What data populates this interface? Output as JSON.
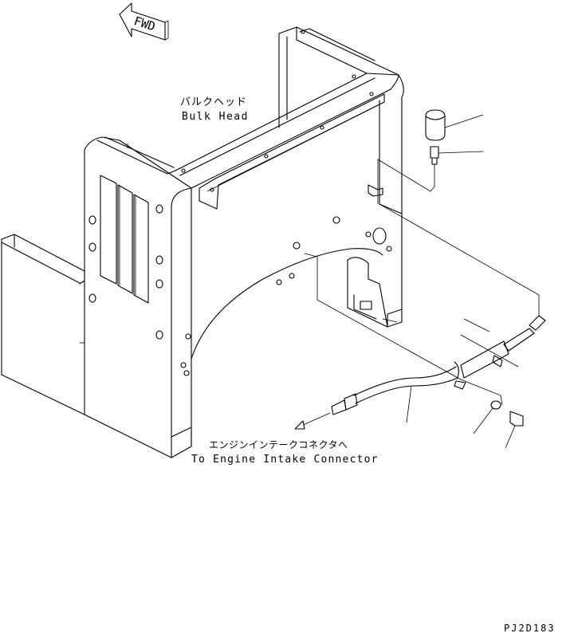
{
  "labels": {
    "fwd": "FWD",
    "bulkhead_jp": "バルクヘッド",
    "bulkhead_en": "Bulk Head",
    "engine_jp": "エンジンインテークコネクタへ",
    "engine_en": "To Engine Intake Connector",
    "drawing_code": "PJ2D183"
  },
  "colors": {
    "line": "#000000",
    "background": "#ffffff"
  }
}
